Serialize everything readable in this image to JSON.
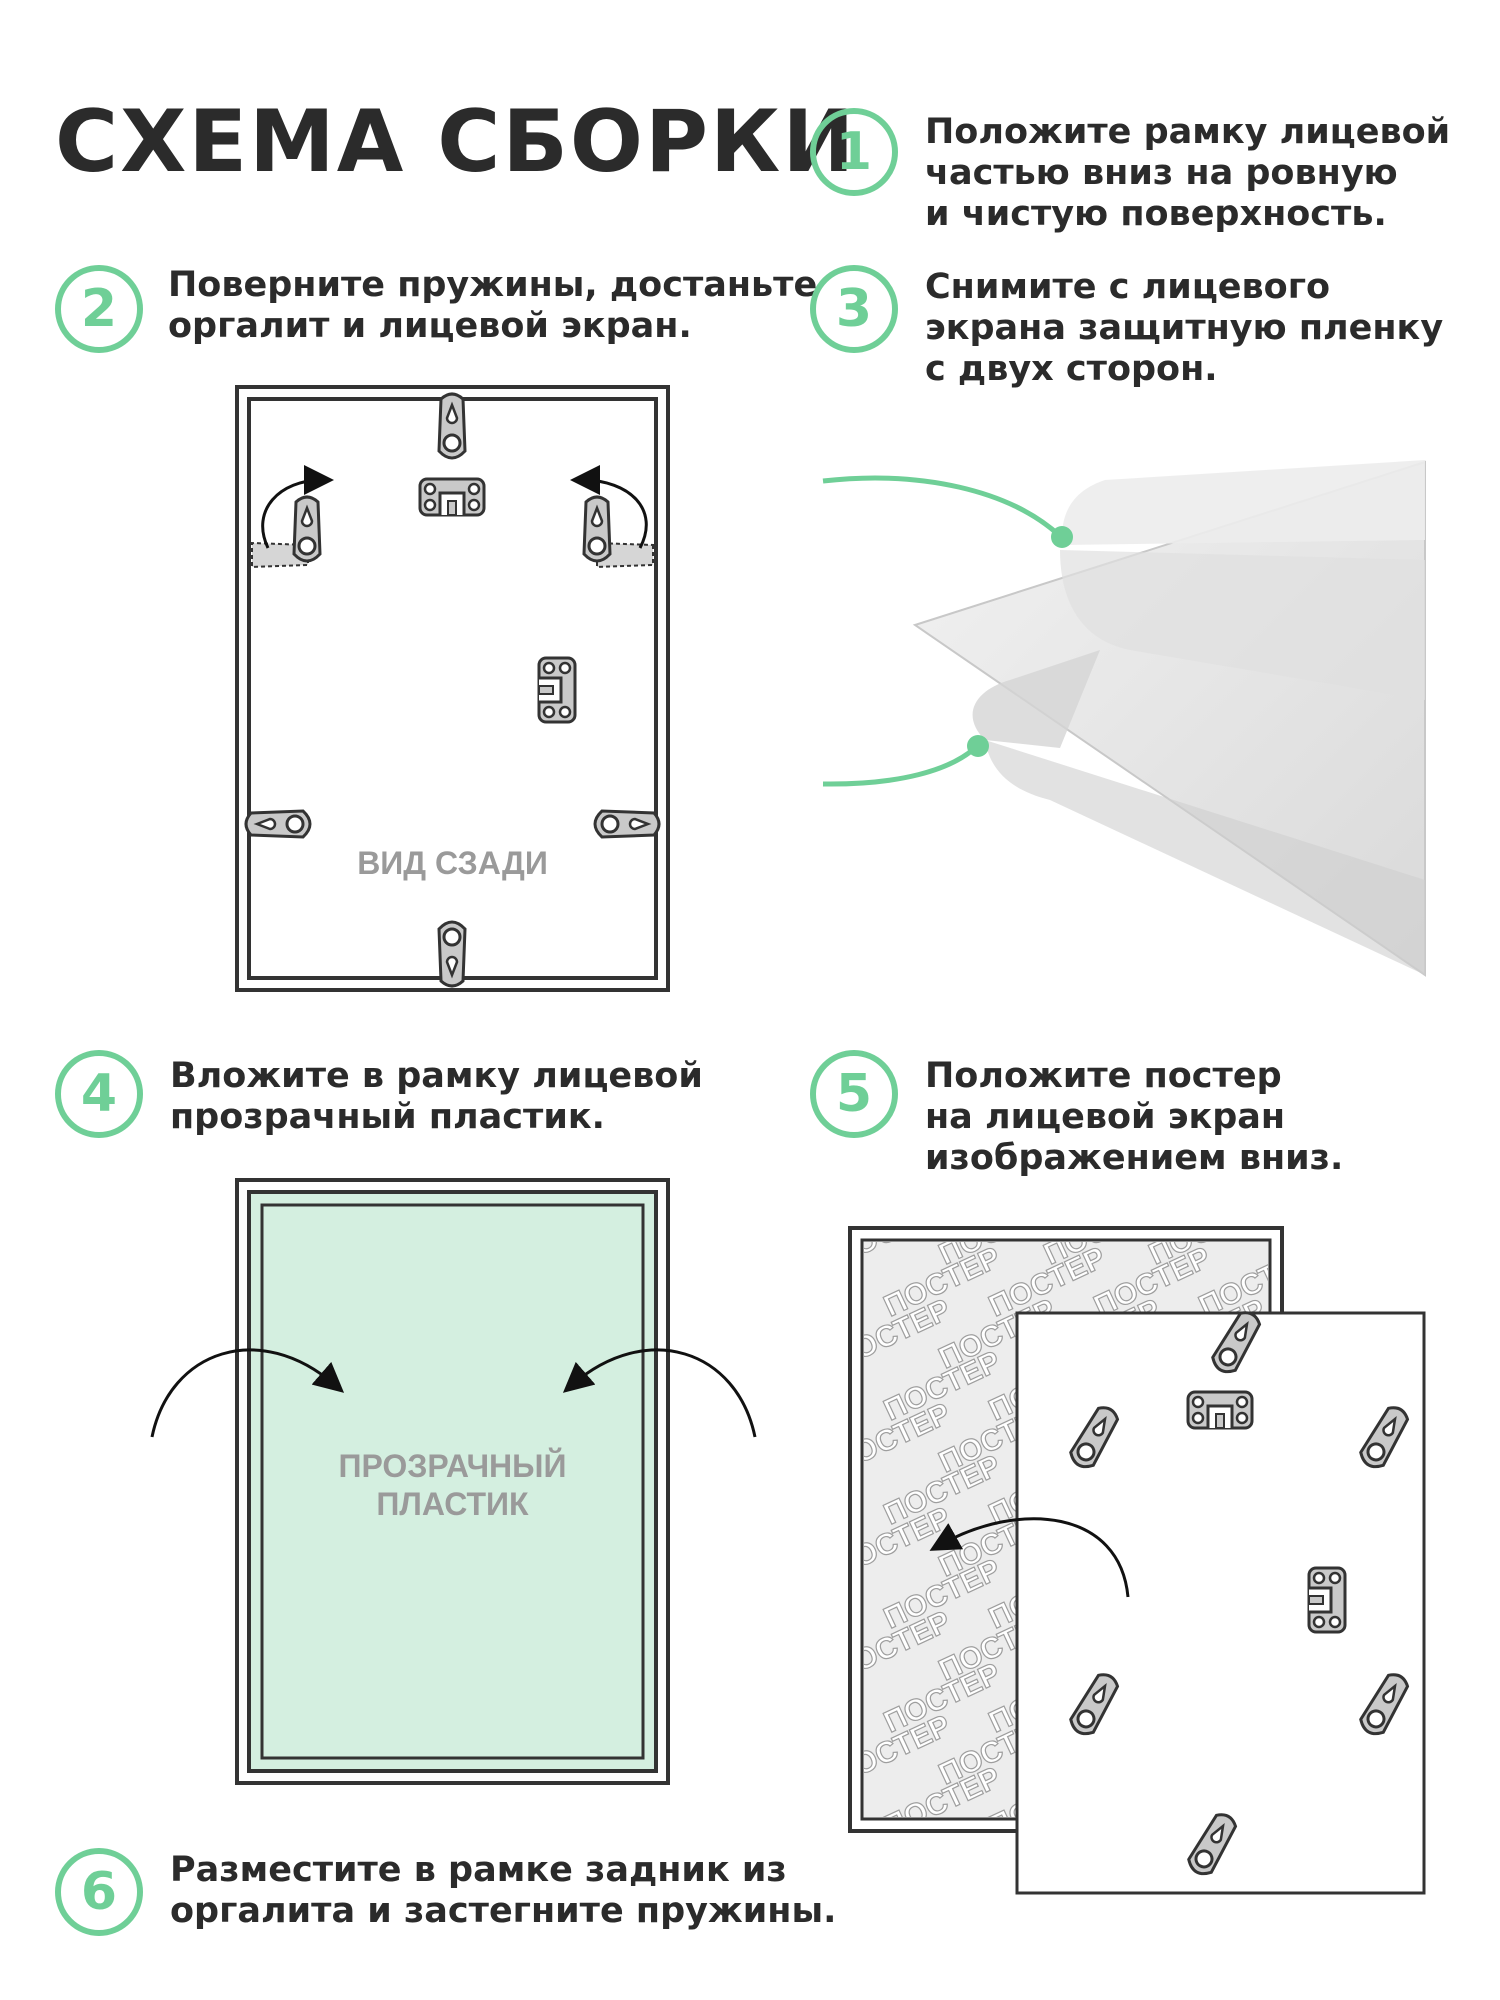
{
  "title": "СХЕМА СБОРКИ",
  "accent_color": "#6fcf97",
  "steps": [
    {
      "number": "1",
      "lines": [
        "Положите рамку лицевой",
        "частью вниз на ровную",
        "и чистую поверхность."
      ]
    },
    {
      "number": "2",
      "lines": [
        "Поверните пружины, достаньте",
        "оргалит и лицевой экран."
      ]
    },
    {
      "number": "3",
      "lines": [
        "Снимите с лицевого",
        "экрана защитную пленку",
        "с двух сторон."
      ]
    },
    {
      "number": "4",
      "lines": [
        "Вложите в рамку лицевой",
        "прозрачный пластик."
      ]
    },
    {
      "number": "5",
      "lines": [
        "Положите постер",
        "на лицевой экран",
        "изображением вниз."
      ]
    },
    {
      "number": "6",
      "lines": [
        "Разместите в рамке задник из",
        "оргалита и застегните пружины."
      ]
    }
  ],
  "labels": {
    "back_view": "ВИД СЗАДИ",
    "plastic_line1": "ПРОЗРАЧНЫЙ",
    "plastic_line2": "ПЛАСТИК",
    "poster": "ПОСТЕР"
  }
}
